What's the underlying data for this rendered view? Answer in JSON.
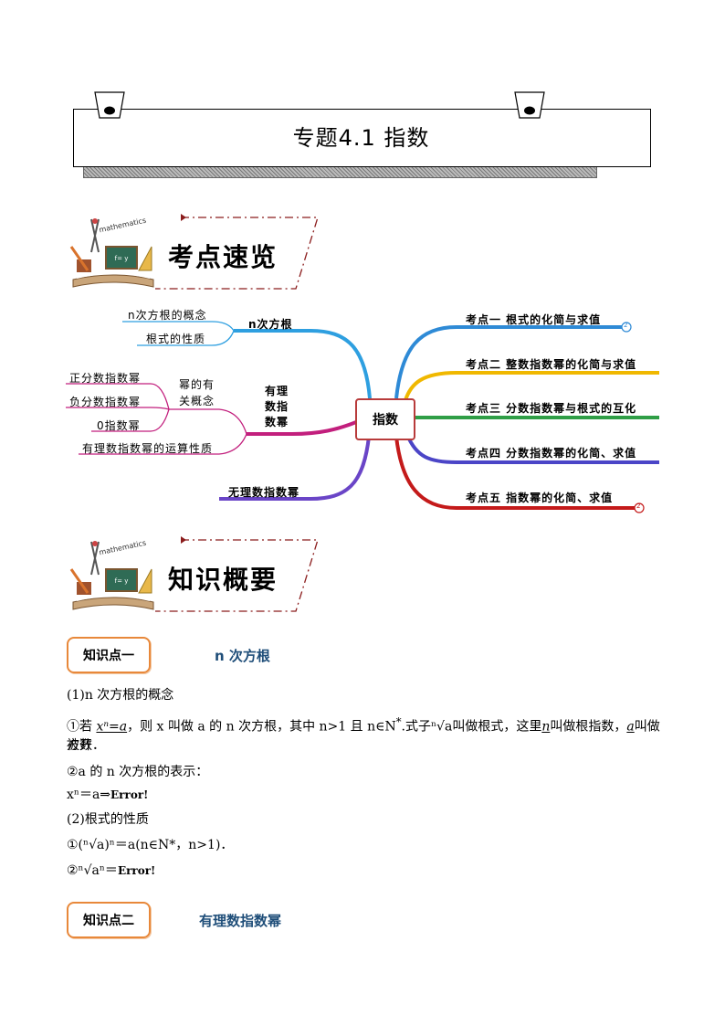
{
  "title": "专题4.1  指数",
  "sections": {
    "overview_title": "考点速览",
    "summary_title": "知识概要",
    "badge_text": "mathematics"
  },
  "mindmap": {
    "center": "指数",
    "left": {
      "branch1": "n次方根",
      "branch1_items": [
        "n次方根的概念",
        "根式的性质"
      ],
      "branch2": [
        "有理",
        "数指",
        "数幂"
      ],
      "branch2_sub": [
        "幂的有",
        "关概念"
      ],
      "branch2_sub_items": [
        "正分数指数幂",
        "负分数指数幂",
        "0指数幂"
      ],
      "branch2_item": "有理数指数幂的运算性质",
      "branch3": "无理数指数幂"
    },
    "right": [
      {
        "label": "考点一  根式的化简与求值",
        "marker": "2"
      },
      {
        "label": "考点二  整数指数幂的化简与求值"
      },
      {
        "label": "考点三  分数指数幂与根式的互化"
      },
      {
        "label": "考点四  分数指数幂的化简、求值"
      },
      {
        "label": "考点五  指数幂的化简、求值",
        "marker": "2"
      }
    ]
  },
  "knowledge": [
    {
      "box": "知识点一",
      "heading": "n 次方根"
    },
    {
      "box": "知识点二",
      "heading": "有理数指数幂"
    }
  ],
  "content": {
    "p1": "(1)n 次方根的概念",
    "p2a": "①若 ",
    "p2_eq": "xⁿ=a",
    "p2b": "，则 x 叫做 a 的 n 次方根，其中 n>1 且 n∈N",
    "p2_sup": "*",
    "p2c": ".式子",
    "p2_rad": "ⁿ√a",
    "p2d": "叫做根式，这里",
    "p2_n": "n",
    "p2e": "叫做根指数，",
    "p2_a": "a",
    "p2f": "叫做被开",
    "p3": "方数．",
    "p4": "②a 的 n 次方根的表示：",
    "p5a": "xⁿ＝a⇒",
    "p5_err": "Error!",
    "p6": "(2)根式的性质",
    "p7": "①(ⁿ√a)ⁿ＝a(n∈N*，n>1)．",
    "p8a": "②ⁿ√aⁿ＝",
    "p8_err": "Error!"
  },
  "colors": {
    "branch_blue": "#2e9fe0",
    "branch_magenta": "#c21f7d",
    "branch_purple": "#6a45c7",
    "right_blue": "#2e8ad6",
    "right_yellow": "#f0b800",
    "right_green": "#2f9e46",
    "right_indigo": "#4b45c7",
    "right_red": "#c41a1a",
    "box_orange": "#e8883a",
    "heading_blue": "#1f4e79"
  }
}
